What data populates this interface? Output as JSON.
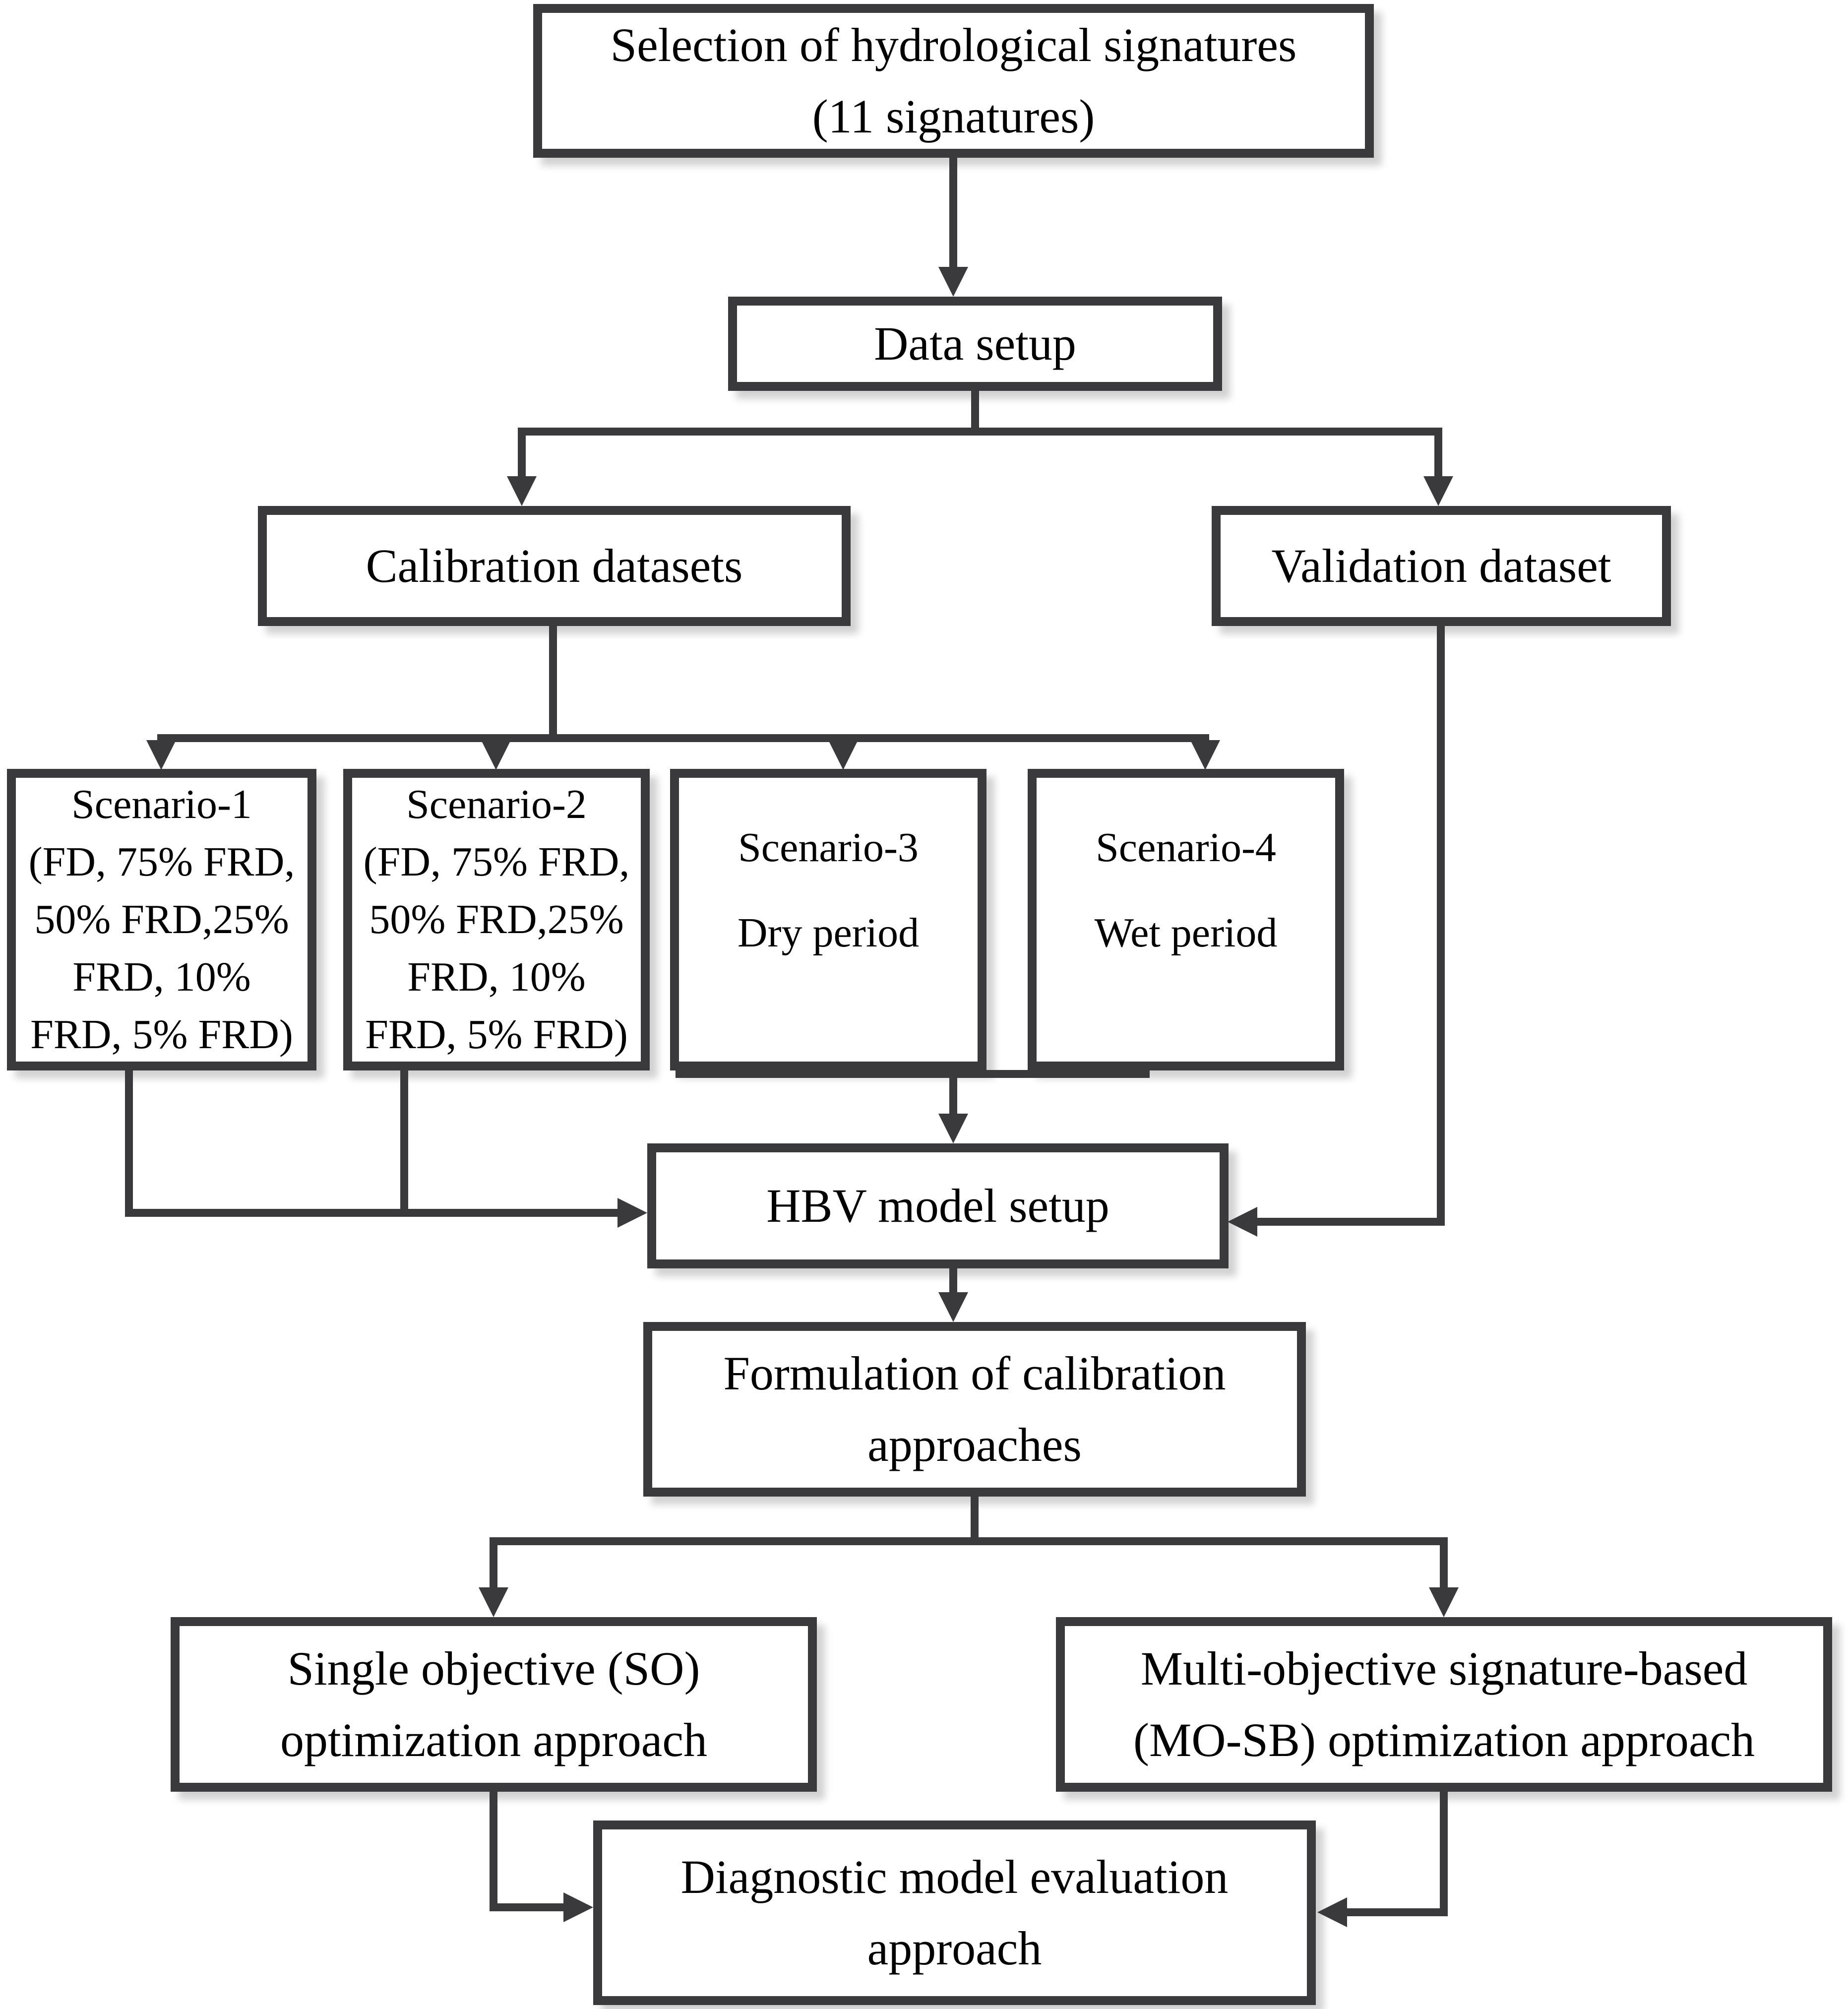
{
  "flowchart": {
    "colors": {
      "line": "#3a3a3c",
      "box_fill": "#ffffff",
      "text": "#000000"
    },
    "nodes": {
      "selection": {
        "lines": [
          "Selection of hydrological signatures",
          "(11 signatures)"
        ]
      },
      "data_setup": {
        "label": "Data setup"
      },
      "calibration": {
        "label": "Calibration datasets"
      },
      "validation": {
        "label": "Validation dataset"
      },
      "scenario1": {
        "lines": [
          "Scenario-1",
          "(FD, 75% FRD,",
          "50% FRD,25%",
          "FRD, 10%",
          "FRD, 5% FRD)"
        ]
      },
      "scenario2": {
        "lines": [
          "Scenario-2",
          "(FD, 75% FRD,",
          "50% FRD,25%",
          "FRD, 10%",
          "FRD, 5% FRD)"
        ]
      },
      "scenario3": {
        "lines": [
          "Scenario-3",
          "Dry period"
        ]
      },
      "scenario4": {
        "lines": [
          "Scenario-4",
          "Wet period"
        ]
      },
      "hbv": {
        "label": "HBV model setup"
      },
      "formulation": {
        "lines": [
          "Formulation of calibration",
          "approaches"
        ]
      },
      "single_objective": {
        "lines": [
          "Single objective (SO)",
          "optimization approach"
        ]
      },
      "multi_objective": {
        "lines": [
          "Multi-objective signature-based",
          "(MO-SB) optimization approach"
        ]
      },
      "diagnostic": {
        "lines": [
          "Diagnostic model evaluation",
          "approach"
        ]
      }
    }
  }
}
